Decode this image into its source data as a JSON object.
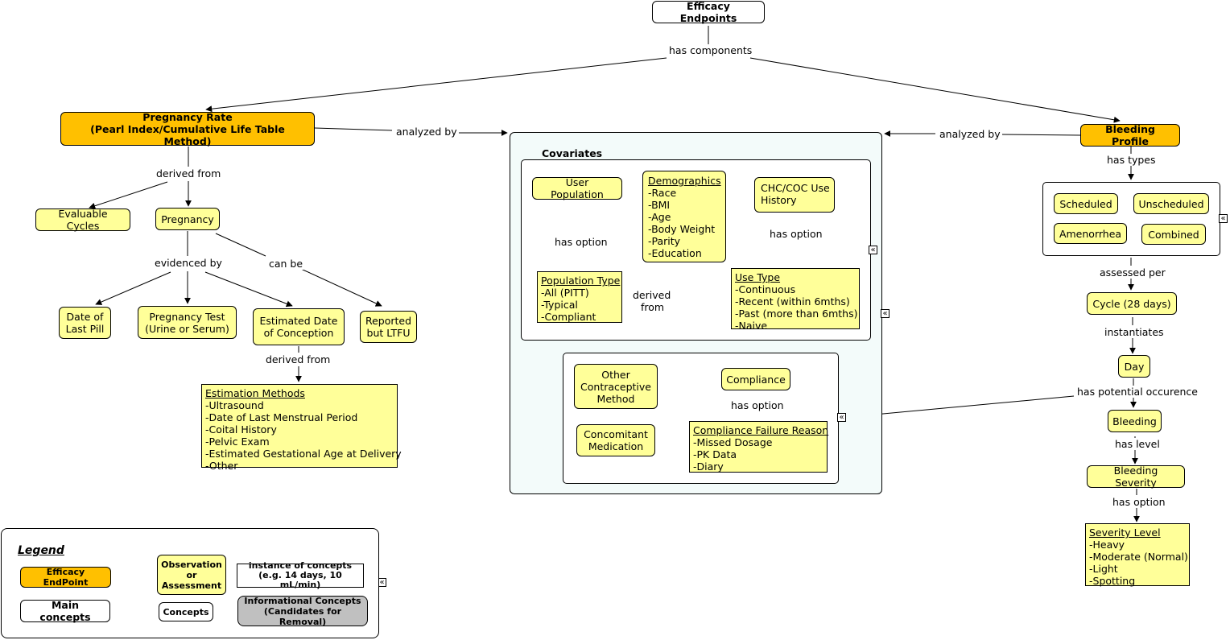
{
  "nodes": {
    "efficacy_endpoints": "Efficacy Endpoints",
    "pregnancy_rate_1": "Pregnancy Rate",
    "pregnancy_rate_2": "(Pearl Index/Cumulative Life Table Method)",
    "bleeding_profile": "Bleeding Profile",
    "evaluable_cycles": "Evaluable Cycles",
    "pregnancy": "Pregnancy",
    "date_last_pill_1": "Date of",
    "date_last_pill_2": "Last Pill",
    "pregnancy_test_1": "Pregnancy Test",
    "pregnancy_test_2": "(Urine or Serum)",
    "estimated_doc_1": "Estimated Date",
    "estimated_doc_2": "of Conception",
    "reported_ltfu_1": "Reported",
    "reported_ltfu_2": "but LTFU",
    "user_population": "User Population",
    "chc_coc_1": "CHC/COC Use",
    "chc_coc_2": "History",
    "other_contraceptive_1": "Other",
    "other_contraceptive_2": "Contraceptive",
    "other_contraceptive_3": "Method",
    "compliance": "Compliance",
    "concomitant_1": "Concomitant",
    "concomitant_2": "Medication",
    "scheduled": "Scheduled",
    "unscheduled": "Unscheduled",
    "amenorrhea": "Amenorrhea",
    "combined": "Combined",
    "cycle": "Cycle (28 days)",
    "day": "Day",
    "bleeding": "Bleeding",
    "bleeding_severity": "Bleeding Severity"
  },
  "lists": {
    "estimation_methods": {
      "title": "Estimation Methods",
      "items": [
        "-Ultrasound",
        "-Date of Last Menstrual Period",
        "-Coital History",
        "-Pelvic Exam",
        "-Estimated Gestational Age at Delivery",
        "-Other"
      ]
    },
    "demographics": {
      "title": "Demographics",
      "items": [
        "-Race",
        "-BMI",
        "-Age",
        "-Body Weight",
        "-Parity",
        "-Education"
      ]
    },
    "population_type": {
      "title": "Population Type",
      "items": [
        "-All (PITT)",
        "-Typical",
        "-Compliant"
      ]
    },
    "use_type": {
      "title": "Use Type",
      "items": [
        "-Continuous",
        "-Recent (within  6mths)",
        "-Past (more than 6mths)",
        "-Naive"
      ]
    },
    "compliance_failure": {
      "title": "Compliance Failure Reason",
      "items": [
        "-Missed Dosage",
        "-PK Data",
        "-Diary"
      ]
    },
    "severity_level": {
      "title": "Severity Level",
      "items": [
        "-Heavy",
        "-Moderate (Normal)",
        "-Light",
        "-Spotting"
      ]
    }
  },
  "containers": {
    "covariates_title": "Covariates"
  },
  "links": {
    "has_components": "has components",
    "analyzed_by_left": "analyzed by",
    "analyzed_by_right": "analyzed by",
    "derived_from_1": "derived from",
    "evidenced_by": "evidenced by",
    "can_be": "can be",
    "derived_from_2": "derived from",
    "has_option_pop": "has option",
    "derived_from_3a": "derived",
    "derived_from_3b": "from",
    "has_option_chc": "has option",
    "has_option_compliance": "has option",
    "has_types": "has types",
    "assessed_per": "assessed per",
    "instantiates": "instantiates",
    "has_potential_occurence": "has potential occurence",
    "has_level": "has level",
    "has_option_severity": "has option"
  },
  "legend": {
    "title": "Legend",
    "efficacy_endpoint": "Efficacy EndPoint",
    "main_concepts": "Main concepts",
    "observation_1": "Observation",
    "observation_2": "or",
    "observation_3": "Assessment",
    "concepts": "Concepts",
    "instance_1": "instance of concepts",
    "instance_2": "(e.g. 14 days, 10 mL/min)",
    "informational_1": "Informational Concepts",
    "informational_2": "(Candidates for Removal)"
  },
  "colors": {
    "concept": "#ffff99",
    "endpoint": "#ffc000",
    "covariates_bg": "#f3fbfa",
    "informational": "#c0c0c0"
  },
  "icons": {
    "collapse_toggle": "double-chevron-left-icon"
  }
}
